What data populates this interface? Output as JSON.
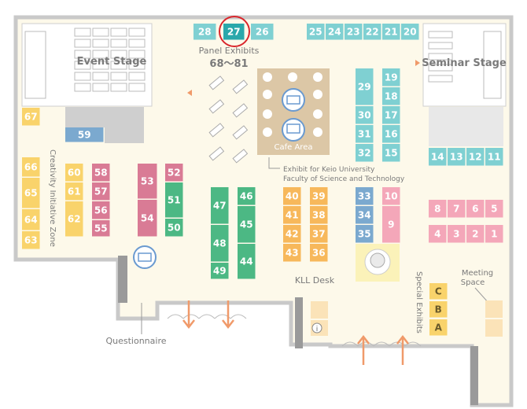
{
  "colors": {
    "teal_light": "#7fd0d2",
    "teal_dark": "#2aa8ab",
    "yellow": "#f9d36b",
    "orange": "#f7b85b",
    "pink_dark": "#d97b95",
    "pink_light": "#f4a7b9",
    "green": "#4cb884",
    "green_dark": "#3aa673",
    "blue": "#7ba9cf",
    "blue_light": "#9fc0dc",
    "cafe": "#dcc7a6",
    "wall": "#cfcfcf",
    "accent_circle": "#d9262c",
    "arrow": "#f09a6a"
  },
  "areas": {
    "panel_exhibits": "Panel Exhibits",
    "panel_range": "68～81",
    "event_stage": "Event Stage",
    "seminar_stage": "Seminar Stage",
    "cafe_area": "Cafe Area",
    "keio_line1": "Exhibit for Keio University",
    "keio_line2": "Faculty of Science and Technology",
    "creativity_zone": "Creativity Initiative Zone",
    "kll_desk": "KLL Desk",
    "special_exhibits": "Special Exhibits",
    "meeting_line1": "Meeting",
    "meeting_line2": "Space",
    "questionnaire": "Questionnaire"
  },
  "booths": [
    {
      "id": "28",
      "color": "teal_light"
    },
    {
      "id": "27",
      "color": "teal_dark",
      "highlighted": true
    },
    {
      "id": "26",
      "color": "teal_light"
    },
    {
      "id": "25",
      "color": "teal_light"
    },
    {
      "id": "24",
      "color": "teal_light"
    },
    {
      "id": "23",
      "color": "teal_light"
    },
    {
      "id": "22",
      "color": "teal_light"
    },
    {
      "id": "21",
      "color": "teal_light"
    },
    {
      "id": "20",
      "color": "teal_light"
    },
    {
      "id": "29",
      "color": "teal_light"
    },
    {
      "id": "30",
      "color": "teal_light"
    },
    {
      "id": "31",
      "color": "teal_light"
    },
    {
      "id": "32",
      "color": "teal_light"
    },
    {
      "id": "19",
      "color": "teal_light"
    },
    {
      "id": "18",
      "color": "teal_light"
    },
    {
      "id": "17",
      "color": "teal_light"
    },
    {
      "id": "16",
      "color": "teal_light"
    },
    {
      "id": "15",
      "color": "teal_light"
    },
    {
      "id": "14",
      "color": "teal_light"
    },
    {
      "id": "13",
      "color": "teal_light"
    },
    {
      "id": "12",
      "color": "teal_light"
    },
    {
      "id": "11",
      "color": "teal_light"
    },
    {
      "id": "67",
      "color": "yellow"
    },
    {
      "id": "59",
      "color": "blue"
    },
    {
      "id": "66",
      "color": "yellow"
    },
    {
      "id": "65",
      "color": "yellow"
    },
    {
      "id": "64",
      "color": "yellow"
    },
    {
      "id": "63",
      "color": "yellow"
    },
    {
      "id": "60",
      "color": "yellow"
    },
    {
      "id": "61",
      "color": "yellow"
    },
    {
      "id": "62",
      "color": "yellow"
    },
    {
      "id": "58",
      "color": "pink_dark"
    },
    {
      "id": "57",
      "color": "pink_dark"
    },
    {
      "id": "56",
      "color": "pink_dark"
    },
    {
      "id": "55",
      "color": "pink_dark"
    },
    {
      "id": "53",
      "color": "pink_dark"
    },
    {
      "id": "54",
      "color": "pink_dark"
    },
    {
      "id": "52",
      "color": "pink_dark"
    },
    {
      "id": "51",
      "color": "green"
    },
    {
      "id": "50",
      "color": "green"
    },
    {
      "id": "47",
      "color": "green"
    },
    {
      "id": "48",
      "color": "green"
    },
    {
      "id": "49",
      "color": "green"
    },
    {
      "id": "46",
      "color": "green"
    },
    {
      "id": "45",
      "color": "green"
    },
    {
      "id": "44",
      "color": "green"
    },
    {
      "id": "40",
      "color": "orange"
    },
    {
      "id": "41",
      "color": "orange"
    },
    {
      "id": "42",
      "color": "orange"
    },
    {
      "id": "43",
      "color": "orange"
    },
    {
      "id": "39",
      "color": "orange"
    },
    {
      "id": "38",
      "color": "orange"
    },
    {
      "id": "37",
      "color": "orange"
    },
    {
      "id": "36",
      "color": "orange"
    },
    {
      "id": "33",
      "color": "blue"
    },
    {
      "id": "34",
      "color": "blue"
    },
    {
      "id": "35",
      "color": "blue"
    },
    {
      "id": "10",
      "color": "pink_light"
    },
    {
      "id": "9",
      "color": "pink_light"
    },
    {
      "id": "8",
      "color": "pink_light"
    },
    {
      "id": "7",
      "color": "pink_light"
    },
    {
      "id": "6",
      "color": "pink_light"
    },
    {
      "id": "5",
      "color": "pink_light"
    },
    {
      "id": "4",
      "color": "pink_light"
    },
    {
      "id": "3",
      "color": "pink_light"
    },
    {
      "id": "2",
      "color": "pink_light"
    },
    {
      "id": "1",
      "color": "pink_light"
    },
    {
      "id": "C",
      "color": "yellow"
    },
    {
      "id": "B",
      "color": "yellow"
    },
    {
      "id": "A",
      "color": "yellow"
    }
  ]
}
